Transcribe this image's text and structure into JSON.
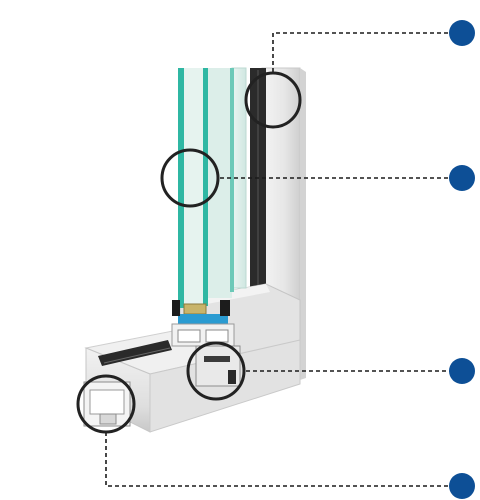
{
  "colors": {
    "background": "#ffffff",
    "marker": "#0d4f96",
    "leader_line": "#1a1a1a",
    "circle_outline": "#222222",
    "glass": "#2fb7a3",
    "glass_light": "#d9efe9",
    "seal": "#1c1c1c",
    "spacer": "#2a9bd1",
    "frame_light": "#eeeeee",
    "frame_mid": "#dcdcdc",
    "frame_dark": "#bdbdbd"
  },
  "callouts": [
    {
      "name": "callout-top-gasket"
    },
    {
      "name": "callout-glazing-unit"
    },
    {
      "name": "callout-sash-profile"
    },
    {
      "name": "callout-frame-profile"
    }
  ]
}
